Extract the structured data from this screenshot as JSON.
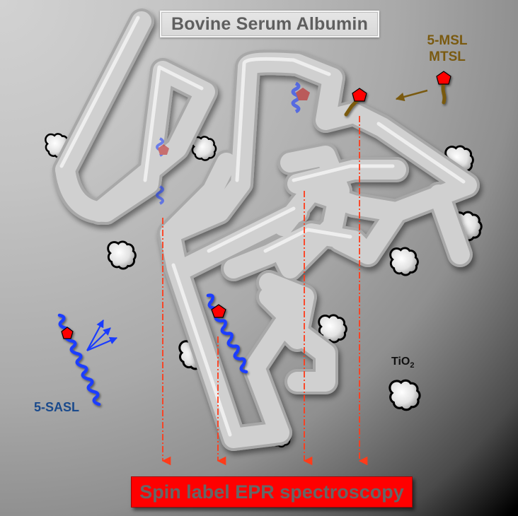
{
  "title": "Bovine Serum Albumin",
  "labels": {
    "msl_line1": "5-MSL",
    "msl_line2": "MTSL",
    "sasl": "5-SASL",
    "tio2_main": "TiO",
    "tio2_sub": "2"
  },
  "footer": {
    "label": "Spin label EPR spectroscopy"
  },
  "colors": {
    "protein": "#c8c8c8",
    "spin_label": "#ff0000",
    "helix": "#1a3cff",
    "mtsl_linker": "#7a5a10",
    "epr_arrow": "#ff3b1a",
    "footer_bg": "#ff0000",
    "footer_text": "#666666",
    "title_text": "#5f5f5f"
  },
  "diagram": {
    "epr_arrows_x": [
      230,
      308,
      430,
      508
    ],
    "tio2_particle_count": 11
  }
}
